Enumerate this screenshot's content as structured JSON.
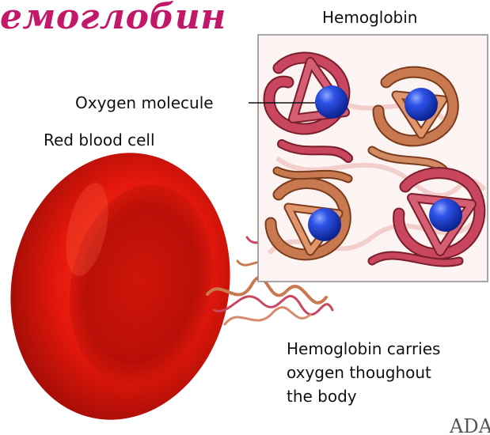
{
  "title": "емоглобин",
  "labels": {
    "hemoglobin": "Hemoglobin",
    "oxygen_molecule": "Oxygen molecule",
    "red_blood_cell": "Red blood cell"
  },
  "caption": {
    "line1": "Hemoglobin carries",
    "line2": "oxygen thoughout",
    "line3": "the body"
  },
  "logo_text": "ADA",
  "colors": {
    "title": "#c2186a",
    "cell": "#d8140a",
    "oxygen": "#1b3fd1",
    "chain_pink": "#c8475f",
    "chain_orange": "#c9794f"
  }
}
